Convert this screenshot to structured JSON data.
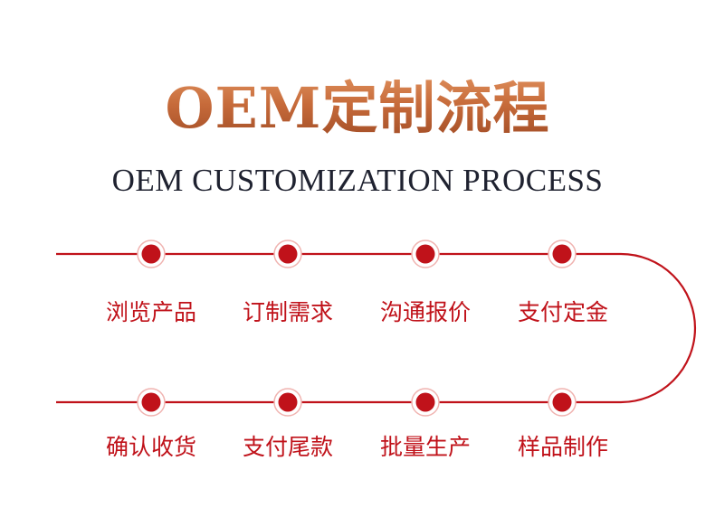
{
  "title": "OEM定制流程",
  "subtitle": "OEM CUSTOMIZATION PROCESS",
  "colors": {
    "accent": "#c0121a",
    "title_gradient_top": "#e0915e",
    "title_gradient_bottom": "#9e4a24",
    "subtitle": "#1f2230"
  },
  "steps_row1": [
    {
      "label": "浏览产品"
    },
    {
      "label": "订制需求"
    },
    {
      "label": "沟通报价"
    },
    {
      "label": "支付定金"
    }
  ],
  "steps_row2": [
    {
      "label": "确认收货"
    },
    {
      "label": "支付尾款"
    },
    {
      "label": "批量生产"
    },
    {
      "label": "样品制作"
    }
  ]
}
